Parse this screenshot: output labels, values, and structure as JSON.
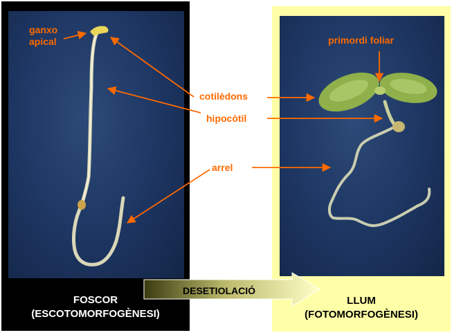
{
  "labels": {
    "hook_line1": "ganxo",
    "hook_line2": "apical",
    "primordium": "primordi foliar",
    "cotyledons": "cotilèdons",
    "hypocotyl": "hipocòtil",
    "root": "arrel"
  },
  "transition_arrow": {
    "label": "DESETIOLACIÓ"
  },
  "panels": {
    "dark": {
      "title": "FOSCOR",
      "subtitle": "(ESCOTOMORFOGÈNESI)",
      "background": "#000000"
    },
    "light": {
      "title": "LLUM",
      "subtitle": "(FOTOMORFOGÈNESI)",
      "background": "#ffffa8"
    }
  },
  "colors": {
    "label": "#ff6a00",
    "photo_background": "#1d3561",
    "seedling_dark": "#d9d7b8",
    "seedling_light": "#c9cdb0",
    "cotyledon": "#8fb04a"
  }
}
